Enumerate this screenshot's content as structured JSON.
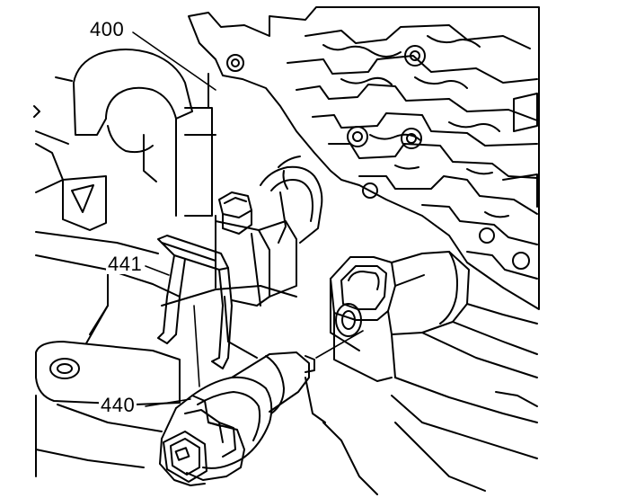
{
  "callouts": {
    "label_400": "400",
    "label_441": "441",
    "label_440": "440"
  },
  "colors": {
    "ink": "#000000",
    "paper": "#ffffff"
  }
}
